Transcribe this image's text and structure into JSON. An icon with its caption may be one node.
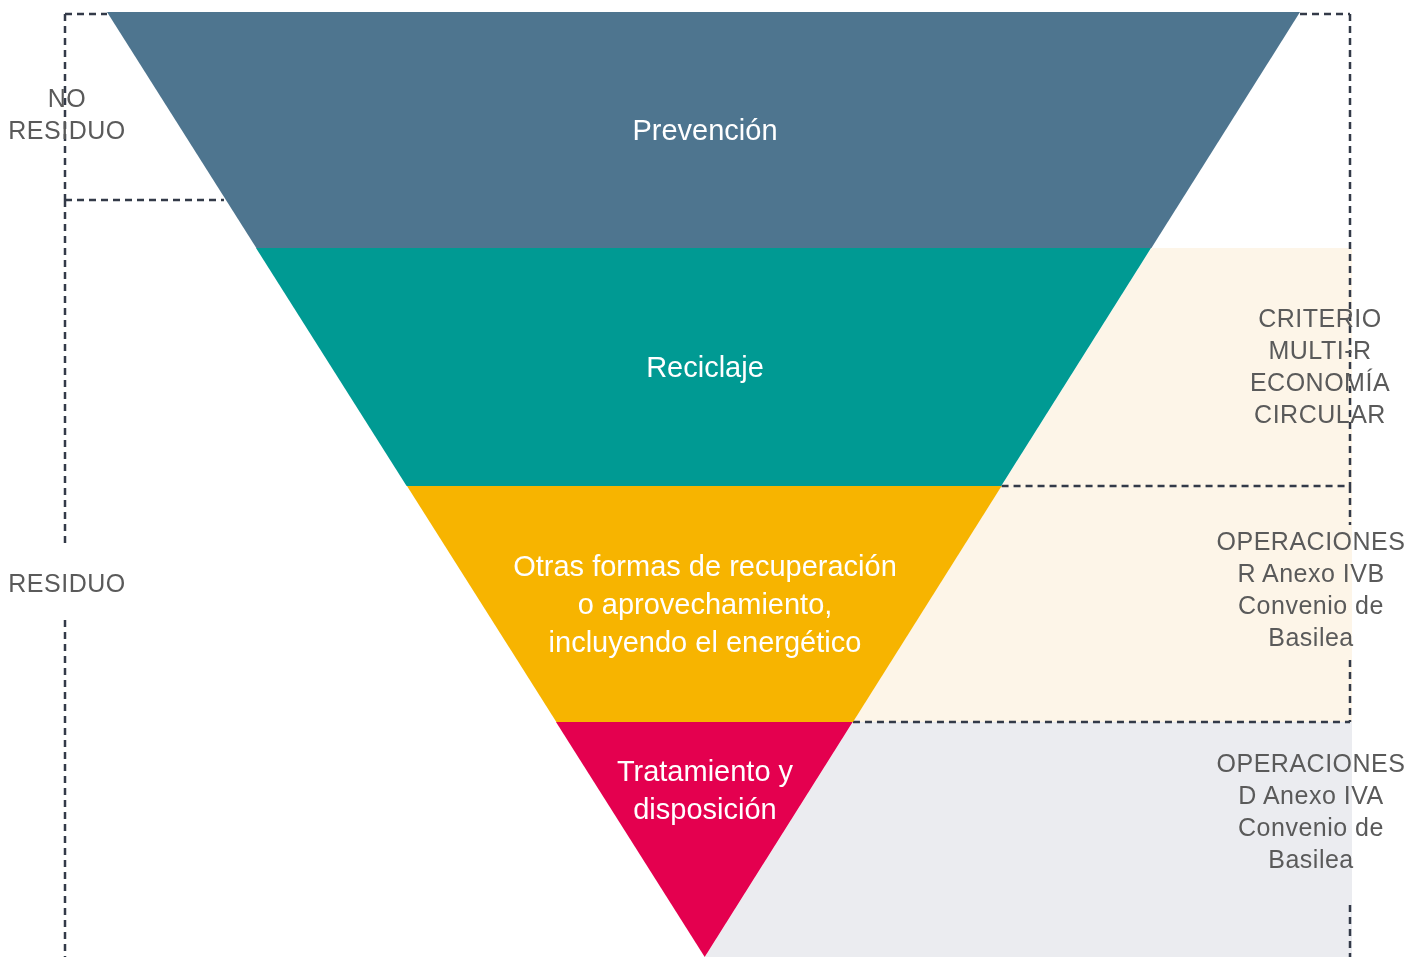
{
  "diagram": {
    "nodes": [
      {
        "text": [
          "Prevención"
        ]
      },
      {
        "text": [
          "Reciclaje"
        ]
      },
      {
        "text": [
          "Otras formas de recuperación o aprovechamiento, incluyendo el energético"
        ]
      },
      {
        "text": [
          "Tratamiento y disposición"
        ]
      }
    ],
    "labels": [
      "NO RESIDUO",
      "CRITERIO MULTI-R ECONOMÍA CIRCULAR",
      "RESIDUO",
      "OPERACIONES R Anexo IVB Convenio de Basilea",
      "OPERACIONES D Anexo IVA Convenio de Basilea"
    ]
  }
}
